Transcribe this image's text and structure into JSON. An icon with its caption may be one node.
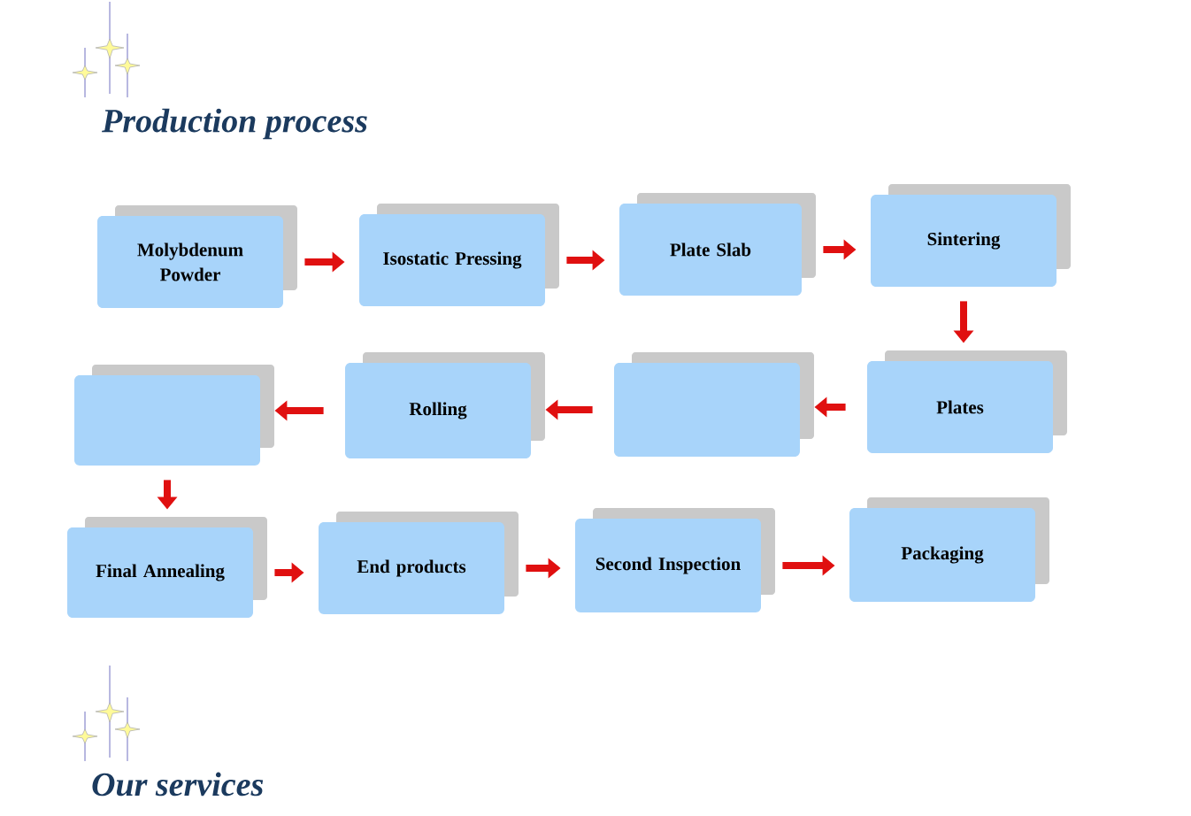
{
  "diagram": {
    "title": "Production process",
    "nodes": [
      {
        "text": [
          "Molybdenum Powder"
        ]
      },
      {
        "text": [
          "Isostatic Pressing"
        ]
      },
      {
        "text": [
          "Plate Slab"
        ]
      },
      {
        "text": [
          "Sintering"
        ]
      },
      {
        "text": [],
        "shape": "box"
      },
      {
        "text": [
          "Rolling"
        ]
      },
      {
        "text": [],
        "shape": "box"
      },
      {
        "text": [
          "Plates"
        ]
      },
      {
        "text": [
          "Final Annealing"
        ]
      },
      {
        "text": [
          "End products"
        ]
      },
      {
        "text": [
          "Second Inspection"
        ]
      },
      {
        "text": [
          "Packaging"
        ]
      }
    ],
    "edges": [
      {
        "from": 0,
        "to": 1,
        "arrow": "to"
      },
      {
        "from": 1,
        "to": 2,
        "arrow": "to"
      },
      {
        "from": 2,
        "to": 3,
        "arrow": "to"
      },
      {
        "from": 3,
        "to": 7,
        "arrow": "to"
      },
      {
        "from": 7,
        "to": 6,
        "arrow": "to"
      },
      {
        "from": 6,
        "to": 5,
        "arrow": "to"
      },
      {
        "from": 5,
        "to": 4,
        "arrow": "to"
      },
      {
        "from": 4,
        "to": 8,
        "arrow": "to"
      },
      {
        "from": 8,
        "to": 9,
        "arrow": "to"
      },
      {
        "from": 9,
        "to": 10,
        "arrow": "to"
      },
      {
        "from": 10,
        "to": 11,
        "arrow": "to"
      }
    ],
    "labels": [
      "Our services"
    ]
  }
}
